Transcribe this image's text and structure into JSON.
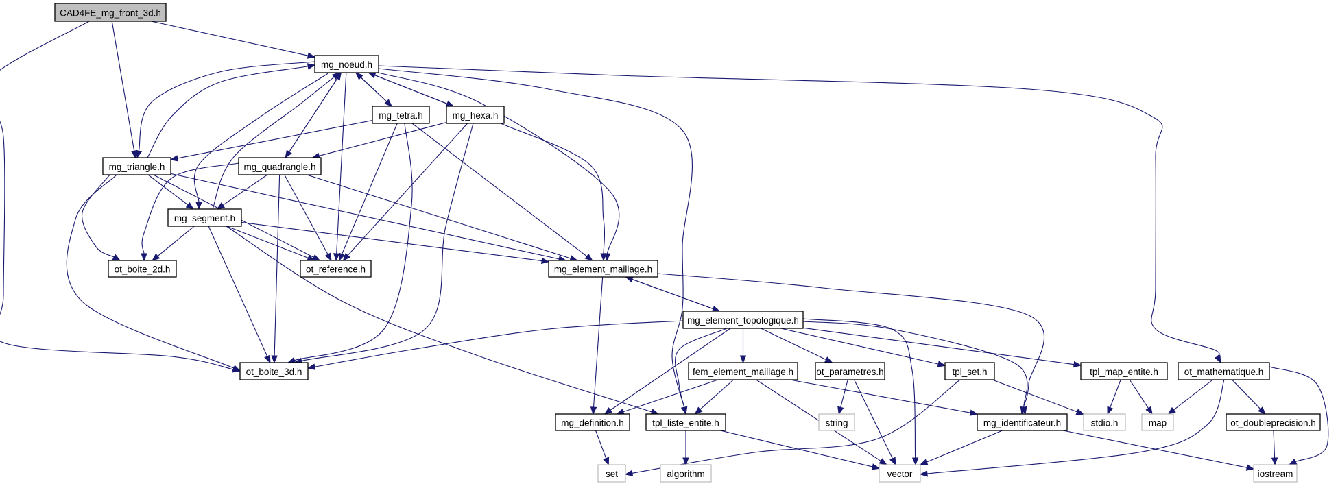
{
  "title": "CAD4FE_mg_front_3d.h",
  "colors": {
    "edge": "#191970",
    "root_fill": "#bfbfbf",
    "node_border": "#000000",
    "external_border": "#bfbfbf",
    "background": "#ffffff"
  },
  "nodes": [
    {
      "id": "CAD4FE_mg_front_3d.h",
      "label": "CAD4FE_mg_front_3d.h",
      "kind": "root"
    },
    {
      "id": "mg_noeud.h",
      "label": "mg_noeud.h",
      "kind": "internal"
    },
    {
      "id": "mg_tetra.h",
      "label": "mg_tetra.h",
      "kind": "internal"
    },
    {
      "id": "mg_hexa.h",
      "label": "mg_hexa.h",
      "kind": "internal"
    },
    {
      "id": "mg_triangle.h",
      "label": "mg_triangle.h",
      "kind": "internal"
    },
    {
      "id": "mg_quadrangle.h",
      "label": "mg_quadrangle.h",
      "kind": "internal"
    },
    {
      "id": "mg_segment.h",
      "label": "mg_segment.h",
      "kind": "internal"
    },
    {
      "id": "ot_boite_2d.h",
      "label": "ot_boite_2d.h",
      "kind": "internal"
    },
    {
      "id": "ot_reference.h",
      "label": "ot_reference.h",
      "kind": "internal"
    },
    {
      "id": "mg_element_maillage.h",
      "label": "mg_element_maillage.h",
      "kind": "internal"
    },
    {
      "id": "mg_element_topologique.h",
      "label": "mg_element_topologique.h",
      "kind": "internal"
    },
    {
      "id": "ot_boite_3d.h",
      "label": "ot_boite_3d.h",
      "kind": "internal"
    },
    {
      "id": "fem_element_maillage.h",
      "label": "fem_element_maillage.h",
      "kind": "internal"
    },
    {
      "id": "ot_parametres.h",
      "label": "ot_parametres.h",
      "kind": "internal"
    },
    {
      "id": "tpl_set.h",
      "label": "tpl_set.h",
      "kind": "internal"
    },
    {
      "id": "tpl_map_entite.h",
      "label": "tpl_map_entite.h",
      "kind": "internal"
    },
    {
      "id": "ot_mathematique.h",
      "label": "ot_mathematique.h",
      "kind": "internal"
    },
    {
      "id": "mg_definition.h",
      "label": "mg_definition.h",
      "kind": "internal"
    },
    {
      "id": "tpl_liste_entite.h",
      "label": "tpl_liste_entite.h",
      "kind": "internal"
    },
    {
      "id": "string",
      "label": "string",
      "kind": "external"
    },
    {
      "id": "mg_identificateur.h",
      "label": "mg_identificateur.h",
      "kind": "internal"
    },
    {
      "id": "stdio.h",
      "label": "stdio.h",
      "kind": "external"
    },
    {
      "id": "map",
      "label": "map",
      "kind": "external"
    },
    {
      "id": "ot_doubleprecision.h",
      "label": "ot_doubleprecision.h",
      "kind": "internal"
    },
    {
      "id": "set",
      "label": "set",
      "kind": "external"
    },
    {
      "id": "algorithm",
      "label": "algorithm",
      "kind": "external"
    },
    {
      "id": "vector",
      "label": "vector",
      "kind": "external"
    },
    {
      "id": "iostream",
      "label": "iostream",
      "kind": "external"
    }
  ],
  "edges": [
    {
      "from": "CAD4FE_mg_front_3d.h",
      "to": "mg_noeud.h"
    },
    {
      "from": "CAD4FE_mg_front_3d.h",
      "to": "mg_triangle.h"
    },
    {
      "from": "CAD4FE_mg_front_3d.h",
      "to": "ot_boite_3d.h"
    },
    {
      "from": "mg_noeud.h",
      "to": "mg_triangle.h"
    },
    {
      "from": "mg_noeud.h",
      "to": "mg_segment.h"
    },
    {
      "from": "mg_noeud.h",
      "to": "mg_quadrangle.h"
    },
    {
      "from": "mg_noeud.h",
      "to": "mg_tetra.h"
    },
    {
      "from": "mg_noeud.h",
      "to": "mg_hexa.h"
    },
    {
      "from": "mg_noeud.h",
      "to": "ot_reference.h"
    },
    {
      "from": "mg_noeud.h",
      "to": "mg_element_maillage.h"
    },
    {
      "from": "mg_noeud.h",
      "to": "tpl_liste_entite.h"
    },
    {
      "from": "mg_noeud.h",
      "to": "ot_mathematique.h"
    },
    {
      "from": "mg_triangle.h",
      "to": "mg_noeud.h"
    },
    {
      "from": "mg_triangle.h",
      "to": "mg_segment.h"
    },
    {
      "from": "mg_triangle.h",
      "to": "ot_boite_2d.h"
    },
    {
      "from": "mg_triangle.h",
      "to": "ot_reference.h"
    },
    {
      "from": "mg_triangle.h",
      "to": "mg_element_maillage.h"
    },
    {
      "from": "mg_triangle.h",
      "to": "ot_boite_3d.h"
    },
    {
      "from": "mg_segment.h",
      "to": "mg_noeud.h"
    },
    {
      "from": "mg_segment.h",
      "to": "ot_boite_2d.h"
    },
    {
      "from": "mg_segment.h",
      "to": "ot_reference.h"
    },
    {
      "from": "mg_segment.h",
      "to": "mg_element_maillage.h"
    },
    {
      "from": "mg_segment.h",
      "to": "ot_boite_3d.h"
    },
    {
      "from": "mg_segment.h",
      "to": "tpl_liste_entite.h"
    },
    {
      "from": "mg_quadrangle.h",
      "to": "mg_noeud.h"
    },
    {
      "from": "mg_quadrangle.h",
      "to": "mg_segment.h"
    },
    {
      "from": "mg_quadrangle.h",
      "to": "ot_boite_2d.h"
    },
    {
      "from": "mg_quadrangle.h",
      "to": "ot_reference.h"
    },
    {
      "from": "mg_quadrangle.h",
      "to": "mg_element_maillage.h"
    },
    {
      "from": "mg_quadrangle.h",
      "to": "ot_boite_3d.h"
    },
    {
      "from": "mg_tetra.h",
      "to": "mg_noeud.h"
    },
    {
      "from": "mg_tetra.h",
      "to": "mg_triangle.h"
    },
    {
      "from": "mg_tetra.h",
      "to": "ot_reference.h"
    },
    {
      "from": "mg_tetra.h",
      "to": "mg_element_maillage.h"
    },
    {
      "from": "mg_tetra.h",
      "to": "ot_boite_3d.h"
    },
    {
      "from": "mg_hexa.h",
      "to": "mg_noeud.h"
    },
    {
      "from": "mg_hexa.h",
      "to": "mg_quadrangle.h"
    },
    {
      "from": "mg_hexa.h",
      "to": "ot_reference.h"
    },
    {
      "from": "mg_hexa.h",
      "to": "mg_element_maillage.h"
    },
    {
      "from": "mg_hexa.h",
      "to": "ot_boite_3d.h"
    },
    {
      "from": "mg_element_maillage.h",
      "to": "mg_element_topologique.h"
    },
    {
      "from": "mg_element_maillage.h",
      "to": "mg_definition.h"
    },
    {
      "from": "mg_element_maillage.h",
      "to": "mg_identificateur.h"
    },
    {
      "from": "mg_element_topologique.h",
      "to": "mg_element_maillage.h"
    },
    {
      "from": "mg_element_topologique.h",
      "to": "ot_boite_3d.h"
    },
    {
      "from": "mg_element_topologique.h",
      "to": "fem_element_maillage.h"
    },
    {
      "from": "mg_element_topologique.h",
      "to": "ot_parametres.h"
    },
    {
      "from": "mg_element_topologique.h",
      "to": "tpl_set.h"
    },
    {
      "from": "mg_element_topologique.h",
      "to": "tpl_map_entite.h"
    },
    {
      "from": "mg_element_topologique.h",
      "to": "mg_definition.h"
    },
    {
      "from": "mg_element_topologique.h",
      "to": "tpl_liste_entite.h"
    },
    {
      "from": "mg_element_topologique.h",
      "to": "mg_identificateur.h"
    },
    {
      "from": "mg_element_topologique.h",
      "to": "vector"
    },
    {
      "from": "fem_element_maillage.h",
      "to": "mg_definition.h"
    },
    {
      "from": "fem_element_maillage.h",
      "to": "tpl_liste_entite.h"
    },
    {
      "from": "fem_element_maillage.h",
      "to": "mg_identificateur.h"
    },
    {
      "from": "fem_element_maillage.h",
      "to": "vector"
    },
    {
      "from": "ot_parametres.h",
      "to": "string"
    },
    {
      "from": "ot_parametres.h",
      "to": "vector"
    },
    {
      "from": "tpl_set.h",
      "to": "set"
    },
    {
      "from": "tpl_set.h",
      "to": "stdio.h"
    },
    {
      "from": "tpl_map_entite.h",
      "to": "stdio.h"
    },
    {
      "from": "tpl_map_entite.h",
      "to": "map"
    },
    {
      "from": "ot_mathematique.h",
      "to": "map"
    },
    {
      "from": "ot_mathematique.h",
      "to": "vector"
    },
    {
      "from": "ot_mathematique.h",
      "to": "ot_doubleprecision.h"
    },
    {
      "from": "ot_mathematique.h",
      "to": "iostream"
    },
    {
      "from": "mg_definition.h",
      "to": "set"
    },
    {
      "from": "tpl_liste_entite.h",
      "to": "algorithm"
    },
    {
      "from": "tpl_liste_entite.h",
      "to": "vector"
    },
    {
      "from": "mg_identificateur.h",
      "to": "vector"
    },
    {
      "from": "mg_identificateur.h",
      "to": "iostream"
    },
    {
      "from": "ot_doubleprecision.h",
      "to": "iostream"
    }
  ]
}
